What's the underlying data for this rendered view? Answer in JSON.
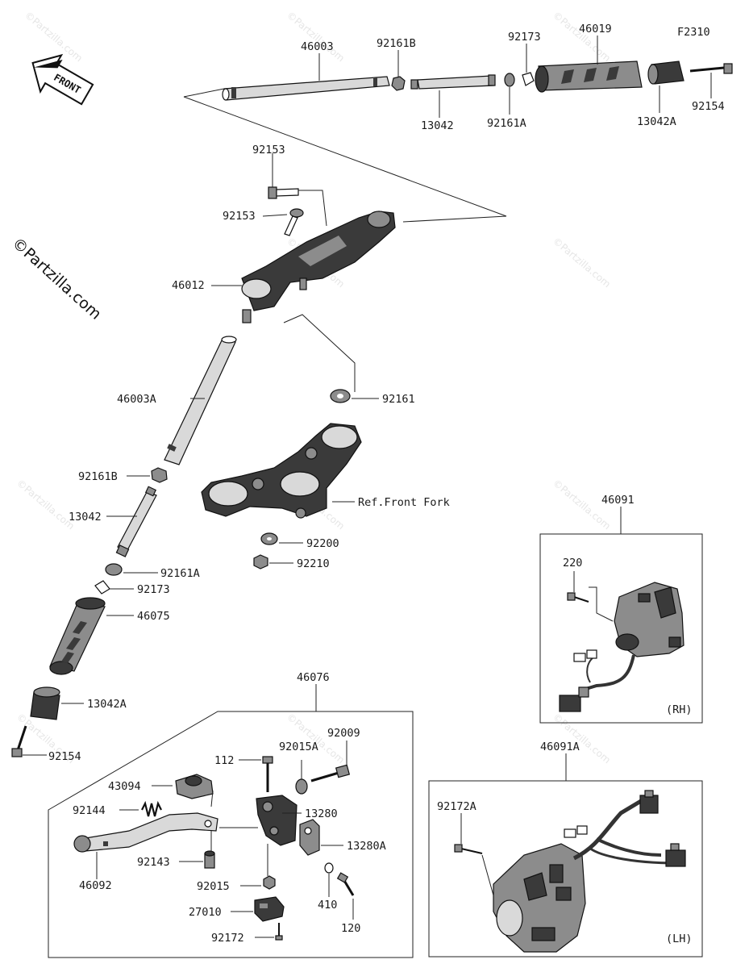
{
  "diagram": {
    "figure_code": "F2310",
    "front_label": "FRONT",
    "brand": "©Partzilla.com",
    "watermark": "©Partzilla.com",
    "callouts": {
      "46003": "46003",
      "92161B_top": "92161B",
      "92173_top": "92173",
      "46019": "46019",
      "13042_top": "13042",
      "92161A_top": "92161A",
      "13042A_top": "13042A",
      "92154_top": "92154",
      "92153_a": "92153",
      "92153_b": "92153",
      "46012": "46012",
      "92161": "92161",
      "46003A": "46003A",
      "92161B_left": "92161B",
      "13042_left": "13042",
      "ref_front_fork": "Ref.Front Fork",
      "92200": "92200",
      "92210": "92210",
      "92161A_left": "92161A",
      "92173_left": "92173",
      "46075": "46075",
      "13042A_left": "13042A",
      "92154_left": "92154",
      "46076": "46076",
      "92009": "92009",
      "112": "112",
      "92015A": "92015A",
      "43094": "43094",
      "92144": "92144",
      "13280": "13280",
      "13280A": "13280A",
      "92143": "92143",
      "46092": "46092",
      "92015": "92015",
      "410": "410",
      "120": "120",
      "27010": "27010",
      "92172": "92172",
      "46091": "46091",
      "220": "220",
      "rh": "(RH)",
      "46091A": "46091A",
      "92172A": "92172A",
      "lh": "(LH)"
    }
  }
}
